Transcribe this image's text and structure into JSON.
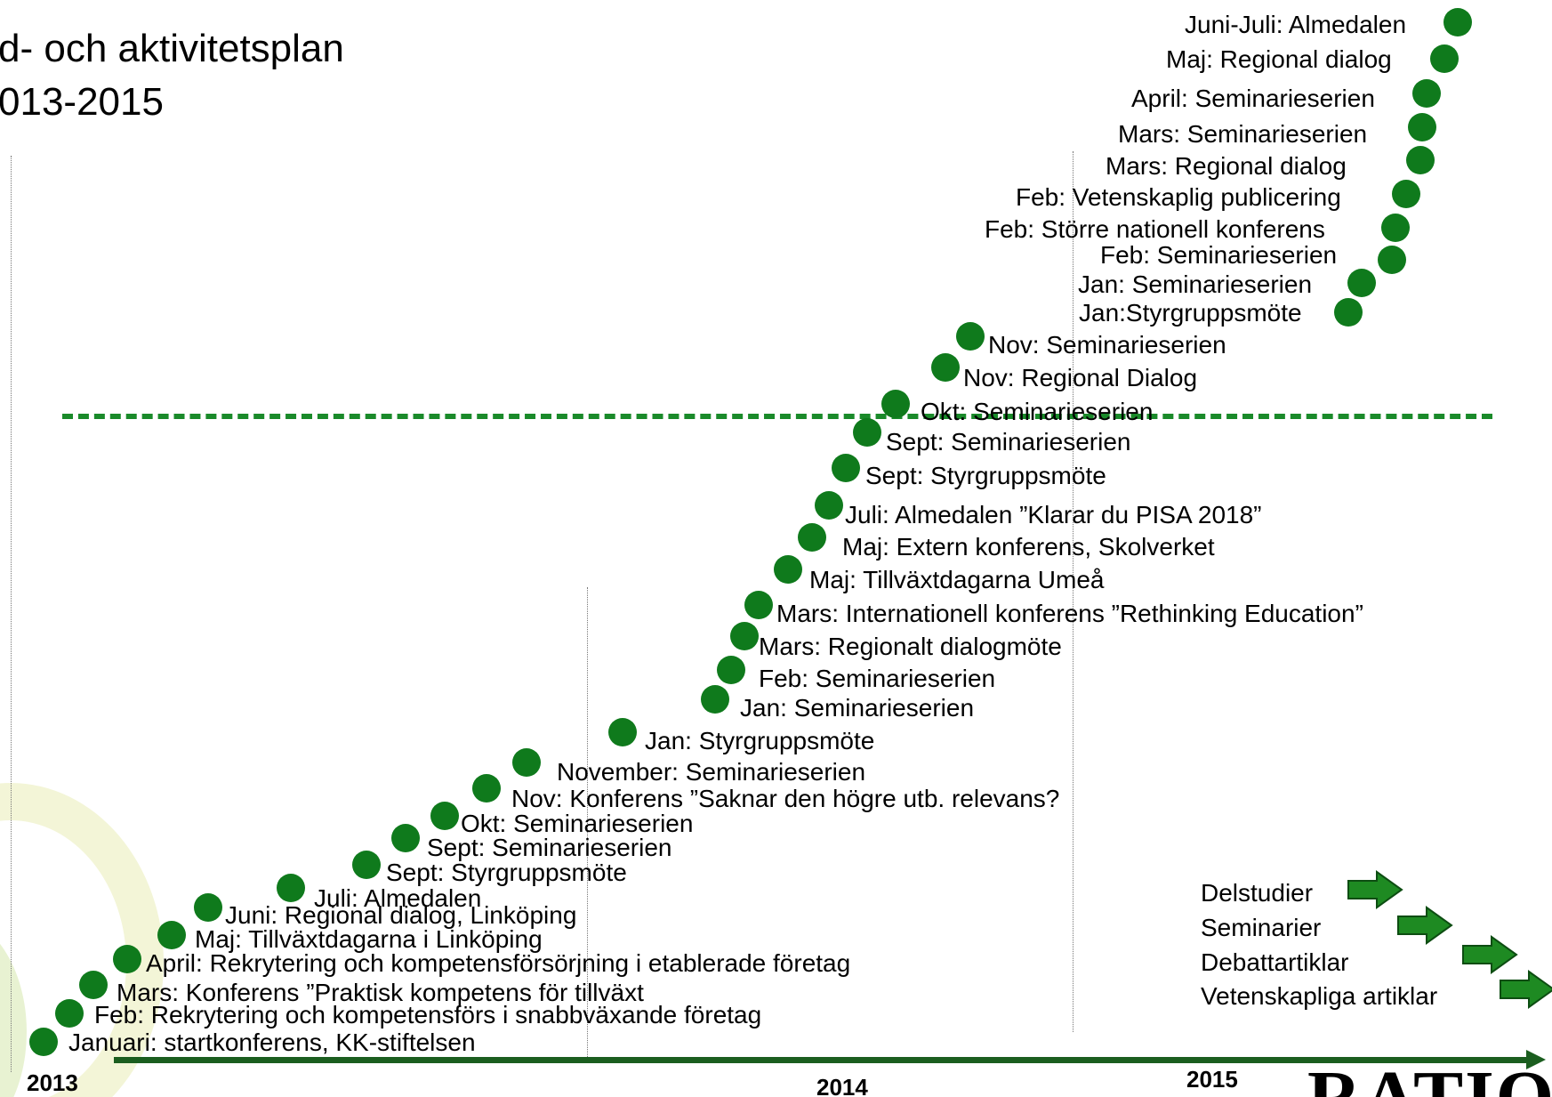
{
  "title": {
    "line1": "d- och aktivitetsplan",
    "line2": "013-2015"
  },
  "years": [
    "2013",
    "2014",
    "2015"
  ],
  "events": [
    "Januari: startkonferens, KK-stiftelsen",
    "Feb: Rekrytering och kompetensförs i snabbväxande företag",
    "Mars: Konferens ”Praktisk kompetens för tillväxt",
    "April: Rekrytering och kompetensförsörjning i etablerade företag",
    "Maj: Tillväxtdagarna i Linköping",
    "Juni: Regional dialog, Linköping",
    "Juli: Almedalen",
    "Sept: Styrgruppsmöte",
    "Sept: Seminarieserien",
    "Okt: Seminarieserien",
    "Nov: Konferens ”Saknar den högre utb. relevans?",
    "November: Seminarieserien",
    "Jan: Styrgruppsmöte",
    "Jan: Seminarieserien",
    "Feb: Seminarieserien",
    "Mars: Regionalt dialogmöte",
    "Mars: Internationell konferens ”Rethinking Education”",
    "Maj: Tillväxtdagarna Umeå",
    "Maj: Extern konferens, Skolverket",
    "Juli: Almedalen ”Klarar du PISA 2018”",
    "Sept: Styrgruppsmöte",
    "Sept: Seminarieserien",
    "Okt: Seminarieserien",
    "Nov: Regional Dialog",
    "Nov: Seminarieserien",
    "Jan:Styrgruppsmöte",
    "Jan: Seminarieserien",
    "Feb: Seminarieserien",
    "Feb: Större nationell konferens",
    "Feb: Vetenskaplig publicering",
    "Mars: Regional dialog",
    "Mars: Seminarieserien",
    "April: Seminarieserien",
    "Maj: Regional dialog",
    "Juni-Juli: Almedalen"
  ],
  "legend": [
    "Delstudier",
    "Seminarier",
    "Debattartiklar",
    "Vetenskapliga artiklar"
  ],
  "logo_text": "RATIO",
  "colors": {
    "dot": "#0f7a1c",
    "dashed_line": "#1a8a2a",
    "axis": "#1b5e1f",
    "legend_arrow": "#1e8a22"
  }
}
